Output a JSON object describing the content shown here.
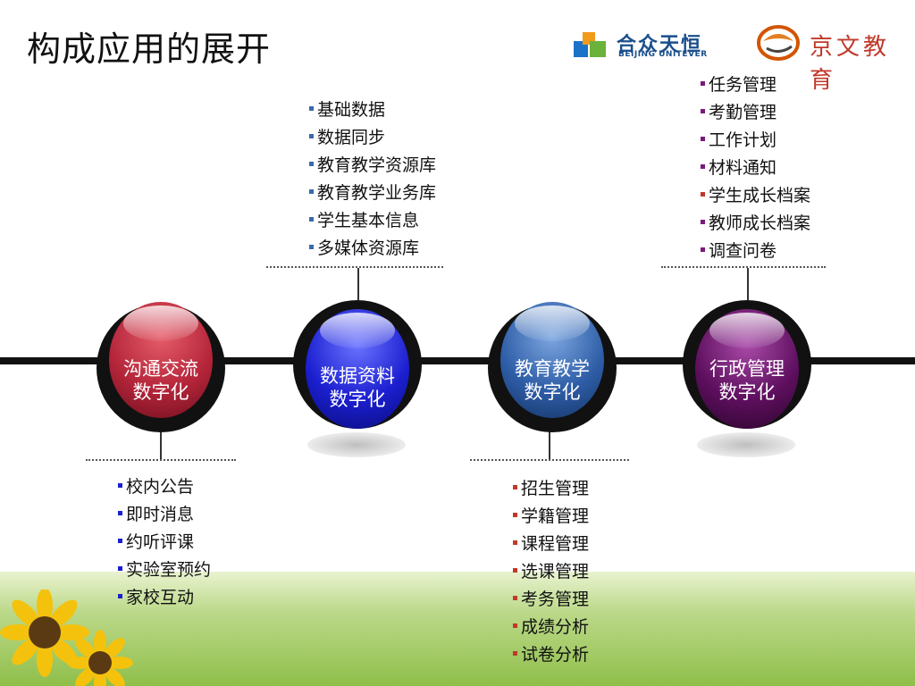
{
  "title": "构成应用的展开",
  "logos": {
    "unitever": {
      "name": "合众天恒",
      "sub": "BEIJING UNITEVER"
    },
    "second": {
      "name": "京文教育"
    }
  },
  "nodes": [
    {
      "line1": "沟通交流",
      "line2": "数字化",
      "color": "#b5253a"
    },
    {
      "line1": "数据资料",
      "line2": "数字化",
      "color": "#1b1fd0"
    },
    {
      "line1": "教育教学",
      "line2": "数字化",
      "color": "#2f5ea8"
    },
    {
      "line1": "行政管理",
      "line2": "数字化",
      "color": "#5e0f5e"
    }
  ],
  "lists": {
    "communication": [
      "校内公告",
      "即时消息",
      "约听评课",
      "实验室预约",
      "家校互动"
    ],
    "data": [
      "基础数据",
      "数据同步",
      "教育教学资源库",
      "教育教学业务库",
      "学生基本信息",
      "多媒体资源库"
    ],
    "teaching": [
      "招生管理",
      "学籍管理",
      "课程管理",
      "选课管理",
      "考务管理",
      "成绩分析",
      "试卷分析"
    ],
    "admin": [
      "任务管理",
      "考勤管理",
      "工作计划",
      "材料通知",
      "学生成长档案",
      "教师成长档案",
      "调查问卷"
    ]
  },
  "bullet_colors": {
    "communication": "#1a1fd0",
    "data": "#3a6aa8",
    "teaching": "#c0392b",
    "admin": "#7a1a7a"
  }
}
